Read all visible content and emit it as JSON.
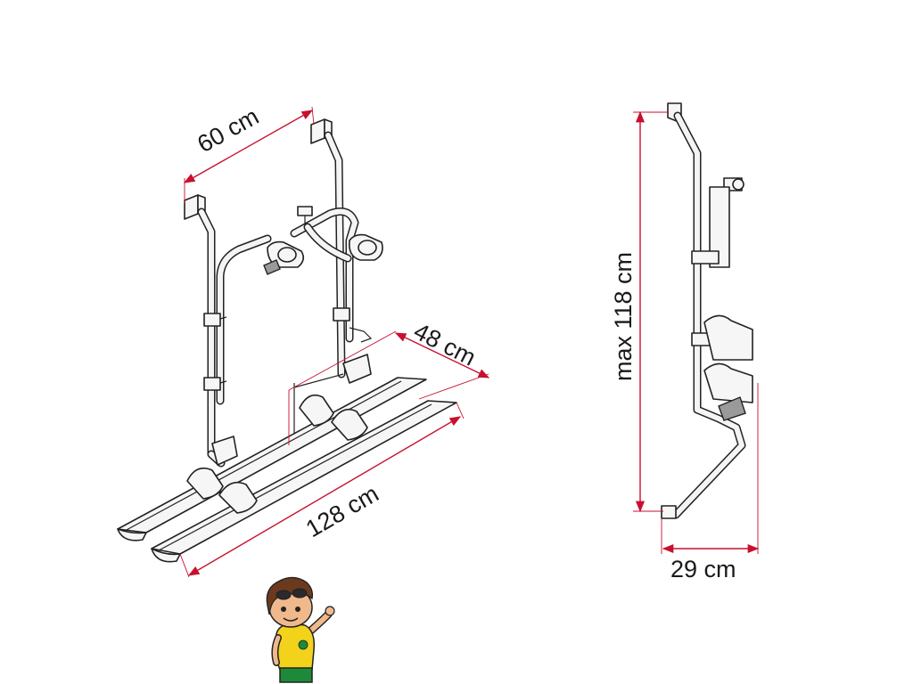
{
  "dimensions": {
    "width": "60 cm",
    "depth": "48 cm",
    "length": "128 cm",
    "height": "max 118 cm",
    "side_depth": "29 cm"
  },
  "colors": {
    "dimension_line": "#c8102e",
    "line_art": "#222222",
    "mascot_shirt": "#f2d21b",
    "mascot_shorts": "#1d8a3a",
    "mascot_hair": "#6b3a1e"
  },
  "icons": {
    "mascot": "mascot-boy-icon"
  }
}
